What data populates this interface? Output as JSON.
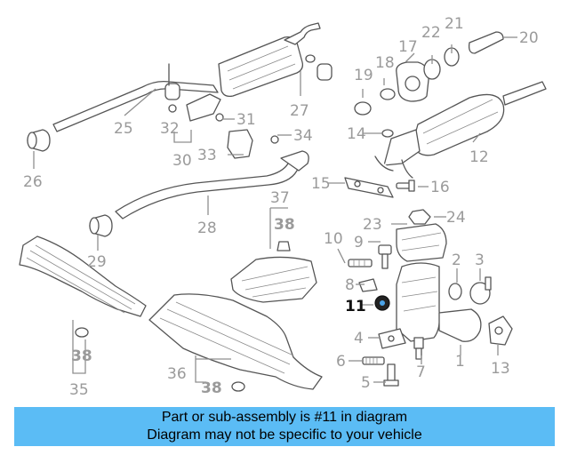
{
  "diagram": {
    "labels": [
      "1",
      "2",
      "3",
      "4",
      "5",
      "6",
      "7",
      "8",
      "9",
      "10",
      "11",
      "12",
      "13",
      "14",
      "15",
      "16",
      "17",
      "18",
      "19",
      "20",
      "21",
      "22",
      "23",
      "24",
      "25",
      "26",
      "27",
      "28",
      "29",
      "30",
      "31",
      "32",
      "33",
      "34",
      "35",
      "36",
      "37",
      "38"
    ],
    "highlighted_part": "11"
  },
  "banner": {
    "line1": "Part or sub-assembly is #11 in diagram",
    "line2": "Diagram may not be specific to your vehicle",
    "color": "#5bbcf5"
  }
}
